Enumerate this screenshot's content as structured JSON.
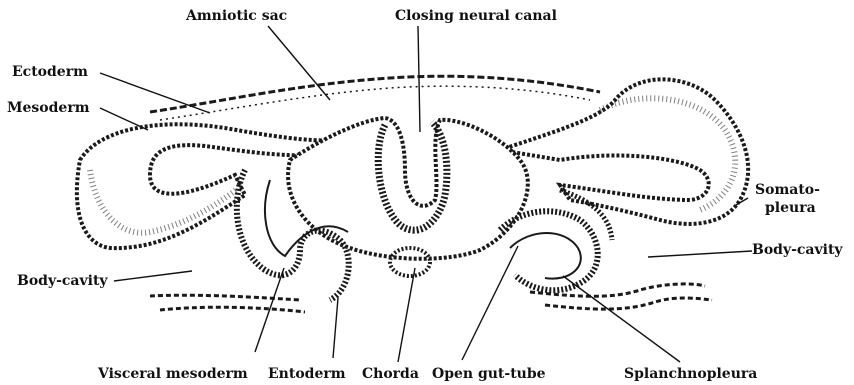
{
  "figure": {
    "labels": {
      "amniotic_sac": "Amniotic sac",
      "closing_neural_canal": "Closing neural canal",
      "ectoderm": "Ectoderm",
      "mesoderm": "Mesoderm",
      "somatopleura_line1": "Somato-",
      "somatopleura_line2": "pleura",
      "body_cavity_left": "Body-cavity",
      "body_cavity_right": "Body-cavity",
      "visceral_mesoderm": "Visceral mesoderm",
      "entoderm": "Entoderm",
      "chorda": "Chorda",
      "open_gut_tube": "Open gut-tube",
      "splanchnopleura": "Splanchnopleura"
    },
    "colors": {
      "ink": "#1a1a1a",
      "background": "#ffffff"
    }
  }
}
